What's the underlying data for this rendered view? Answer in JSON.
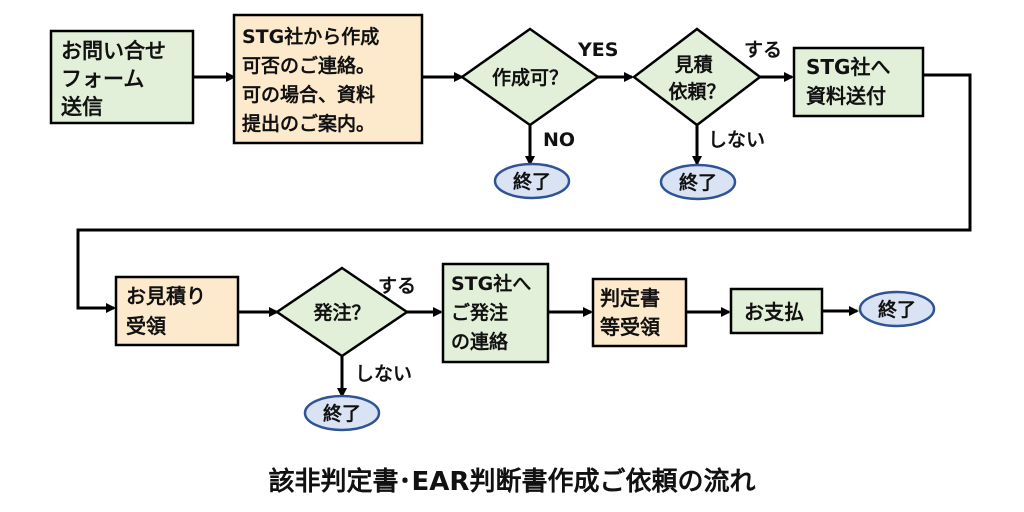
{
  "diagram": {
    "title": "該非判定書･EAR判断書作成ご依頼の流れ",
    "colors": {
      "green_fill": "#e2efd9",
      "orange_fill": "#fde9cc",
      "terminal_fill": "#dae3f3",
      "terminal_stroke": "#2f5496",
      "line": "#000000"
    },
    "nodes": {
      "inquiry": {
        "lines": [
          "お問い合せ",
          "フォーム",
          "送信"
        ]
      },
      "contact": {
        "lines": [
          "STG社から作成",
          "可否のご連絡。",
          "可の場合、資料",
          "提出のご案内。"
        ]
      },
      "can_create": {
        "lines": [
          "作成可？"
        ]
      },
      "quote_request": {
        "lines": [
          "見積",
          "依頼？"
        ]
      },
      "send_docs": {
        "lines": [
          "STG社へ",
          "資料送付"
        ]
      },
      "receive_quote": {
        "lines": [
          "お見積り",
          "受領"
        ]
      },
      "order": {
        "lines": [
          "発注？"
        ]
      },
      "order_contact": {
        "lines": [
          "STG社へ",
          "ご発注",
          "の連絡"
        ]
      },
      "receive_docs": {
        "lines": [
          "判定書",
          "等受領"
        ]
      },
      "payment": {
        "lines": [
          "お支払"
        ]
      },
      "end1": {
        "lines": [
          "終了"
        ]
      },
      "end2": {
        "lines": [
          "終了"
        ]
      },
      "end3": {
        "lines": [
          "終了"
        ]
      },
      "end4": {
        "lines": [
          "終了"
        ]
      }
    },
    "labels": {
      "yes": "YES",
      "no": "NO",
      "do1": "する",
      "dont1": "しない",
      "do2": "する",
      "dont2": "しない"
    }
  }
}
